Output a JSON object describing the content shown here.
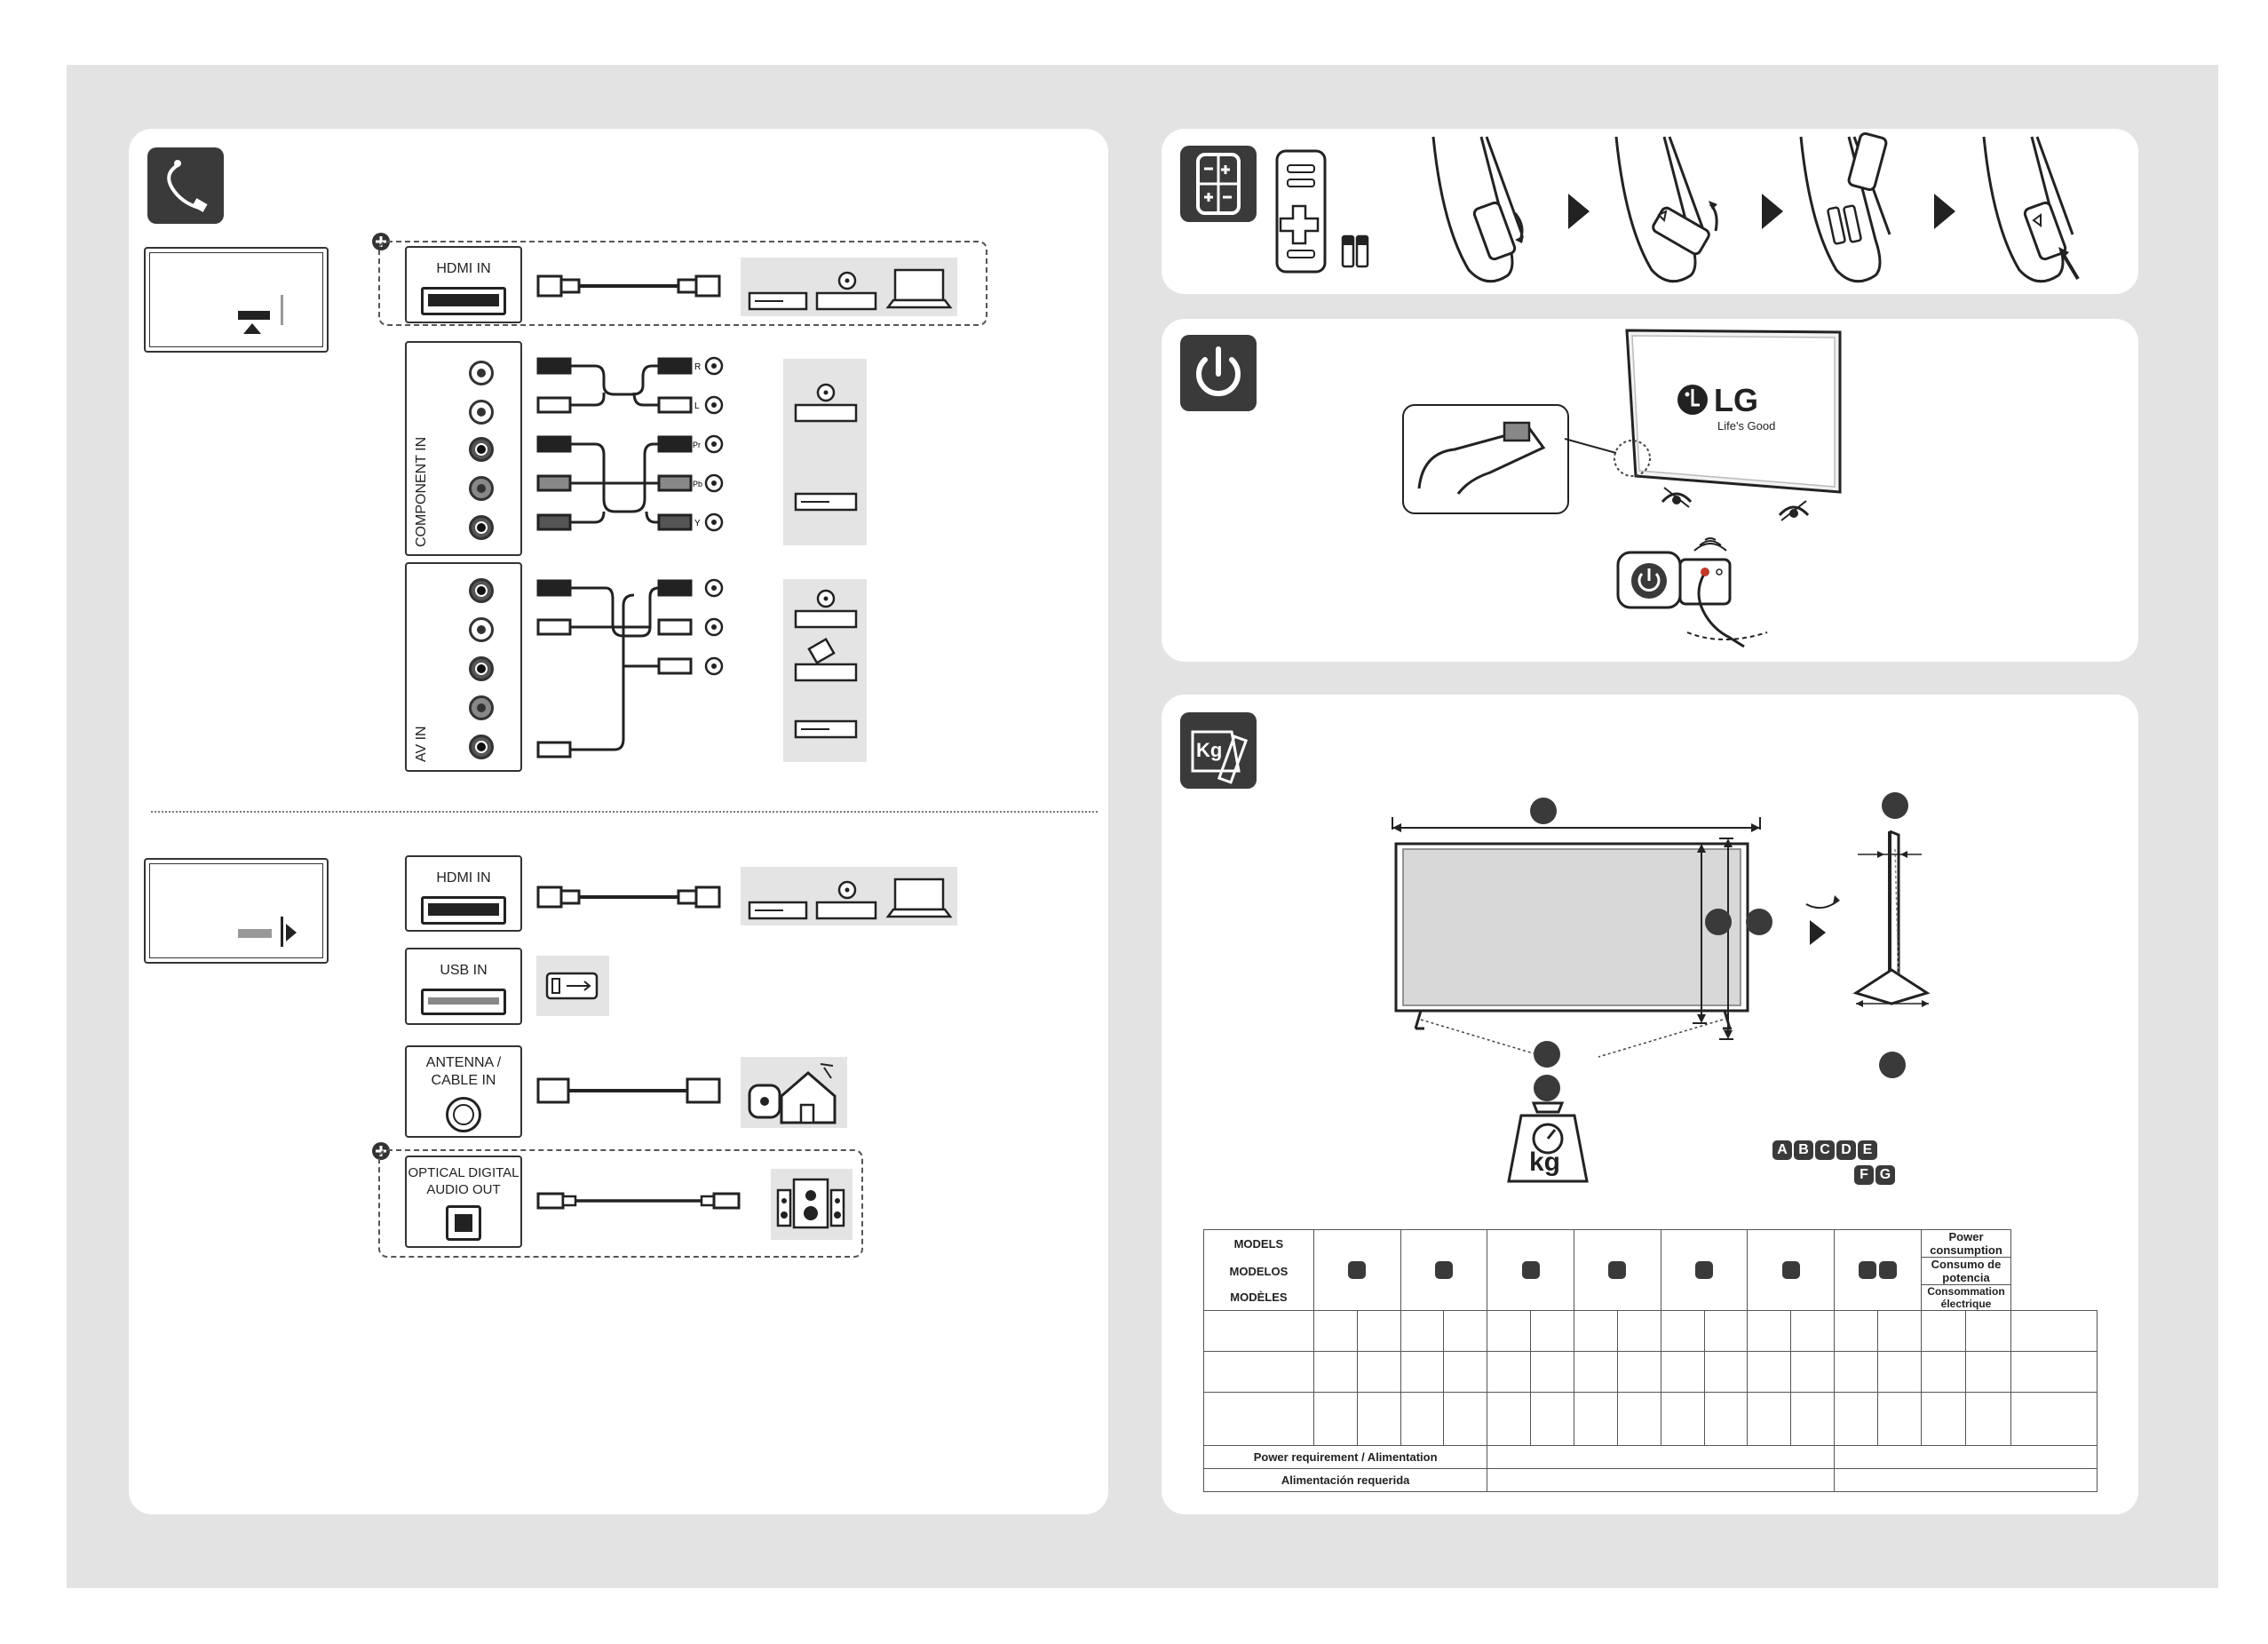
{
  "connections": {
    "hdmi_in_label": "HDMI IN",
    "component_in_label": "COMPONENT IN",
    "av_in_label": "AV IN",
    "usb_in_label": "USB IN",
    "antenna_label_line1": "ANTENNA /",
    "antenna_label_line2": "CABLE IN",
    "optical_label_line1": "OPTICAL DIGITAL",
    "optical_label_line2": "AUDIO OUT",
    "component_channels": [
      "R",
      "L",
      "Pr",
      "Pb",
      "Y"
    ]
  },
  "power": {
    "brand": "LG",
    "tagline": "Life's Good"
  },
  "dimensions": {
    "weight_unit": "kg",
    "weight_icon_letters": "Kg",
    "letter_row1": [
      "A",
      "B",
      "C",
      "D",
      "E"
    ],
    "letter_row2": [
      "F",
      "G"
    ]
  },
  "spec_table": {
    "models_en": "MODELS",
    "models_es": "MODELOS",
    "models_fr": "MODÈLES",
    "power_consumption_en": "Power consumption",
    "power_consumption_es": "Consumo de potencia",
    "power_consumption_fr": "Consommation électrique",
    "power_requirement": "Power requirement / Alimentation",
    "power_required_es": "Alimentación requerida"
  }
}
